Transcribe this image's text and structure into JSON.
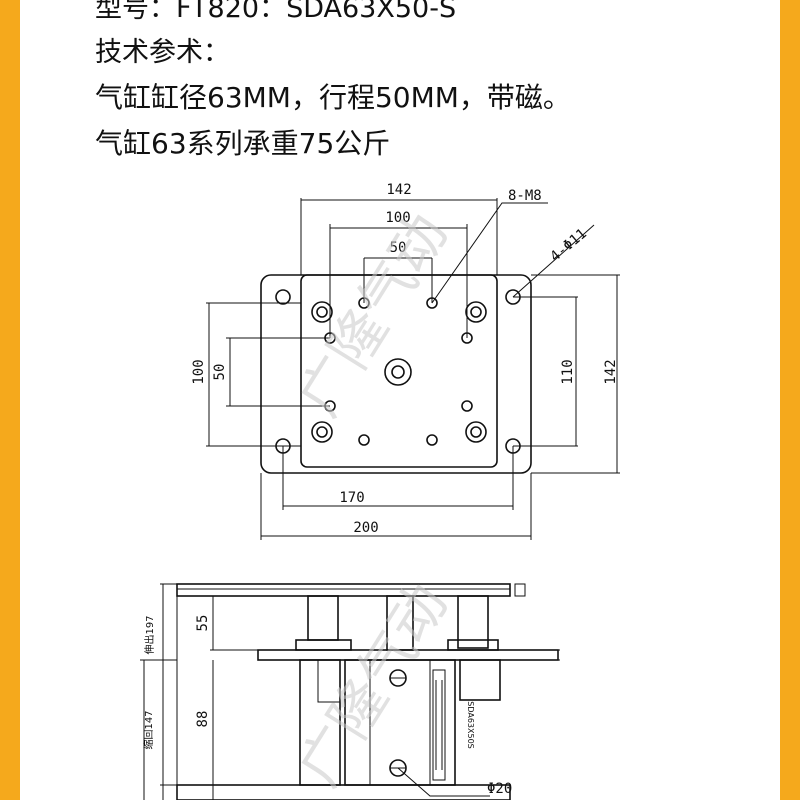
{
  "header": {
    "model_line": "型号：FT820：SDA63X50-S",
    "tech_label": "技术参术：",
    "spec_line_1": "气缸缸径63MM，行程50MM，带磁。",
    "spec_line_2": "气缸63系列承重75公斤"
  },
  "top_view": {
    "dim_width_142": "142",
    "dim_width_100": "100",
    "dim_width_50": "50",
    "dim_height_100": "100",
    "dim_height_50": "50",
    "dim_height_110": "110",
    "dim_height_142": "142",
    "dim_width_170": "170",
    "dim_width_200": "200",
    "callout_threads": "8-M8",
    "callout_holes": "4-Φ11"
  },
  "side_view": {
    "dim_extend_label": "伸出197",
    "dim_retract_label": "缩回147",
    "dim_upper": "55",
    "dim_lower": "88",
    "cylinder_label": "SDA63X50S",
    "rod_dim": "Φ20"
  },
  "watermark": {
    "upper": "广隆气动",
    "lower": "广隆气动"
  }
}
